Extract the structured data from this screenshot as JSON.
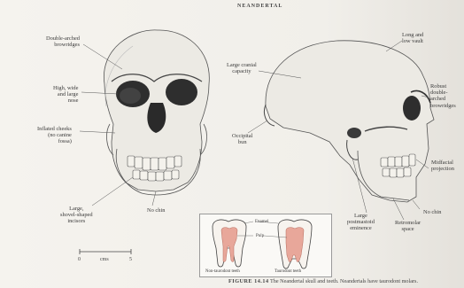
{
  "header": "NEANDERTAL",
  "front_labels": {
    "brow": "Double-arched\nbrowridges",
    "nose": "High, wide\nand large\nnose",
    "cheeks": "Inflated cheeks\n(no canine\nfossa)",
    "incisors": "Large,\nshovel-shaped\nincisors",
    "chin": "No chin"
  },
  "side_labels": {
    "cranial": "Large cranial\ncapacity",
    "vault": "Long and\nlow vault",
    "occipital": "Occipital\nbun",
    "mastoid": "Large\npostmastoid\neminence",
    "brow": "Robust\ndouble-\narched\nbrowridges",
    "midfacial": "Midfacial\nprojection",
    "retromolar": "Retromolar\nspace",
    "chin": "No chin"
  },
  "inset": {
    "enamel": "Enamel",
    "pulp": "Pulp",
    "left_caption": "Non-taurodont teeth",
    "right_caption": "Taurodont teeth"
  },
  "scale": {
    "zero": "0",
    "unit": "cms",
    "five": "5"
  },
  "caption": {
    "figure": "FIGURE 14.14",
    "text": "The Neandertal skull and teeth. Neandertals have taurodont molars."
  }
}
